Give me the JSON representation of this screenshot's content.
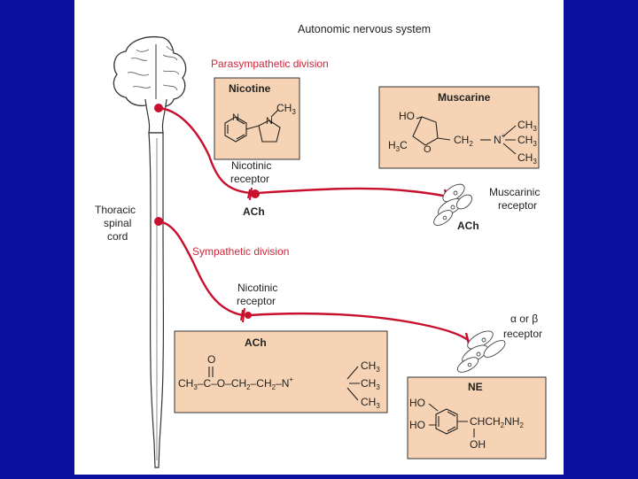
{
  "title": "Autonomic nervous system",
  "parasympathetic_label": "Parasympathetic division",
  "sympathetic_label": "Sympathetic division",
  "thoracic_label": [
    "Thoracic",
    "spinal",
    "cord"
  ],
  "nicotinic_receptor_top": [
    "Nicotinic",
    "receptor"
  ],
  "nicotinic_receptor_bottom": [
    "Nicotinic",
    "receptor"
  ],
  "ach_top": "ACh",
  "ach_right": "ACh",
  "muscarinic_receptor": [
    "Muscarinic",
    "receptor"
  ],
  "alpha_beta_receptor": [
    "α or β",
    "receptor"
  ],
  "nicotine_box": {
    "title": "Nicotine",
    "atom_N1": "N",
    "atom_N2": "N",
    "ch": "CH",
    "three": "3"
  },
  "muscarine_box": {
    "title": "Muscarine",
    "ho": "HO",
    "h3c_h": "H",
    "h3c_3": "3",
    "h3c_c": "C",
    "o": "O",
    "ch2_ch": "CH",
    "ch2_2": "2",
    "n": "N",
    "plus": "+",
    "ch3": [
      "CH",
      "CH",
      "CH"
    ],
    "three": "3"
  },
  "ach_box": {
    "title": "ACh",
    "formula": [
      "CH",
      "3",
      "–C–O–CH",
      "2",
      "–CH",
      "2",
      "–N",
      "+"
    ],
    "o": "O",
    "ch3": [
      "CH",
      "CH",
      "CH"
    ],
    "three": "3"
  },
  "ne_box": {
    "title": "NE",
    "ho1": "HO",
    "ho2": "HO",
    "side": [
      "CHCH",
      "2",
      "NH",
      "2"
    ],
    "oh": "OH"
  }
}
